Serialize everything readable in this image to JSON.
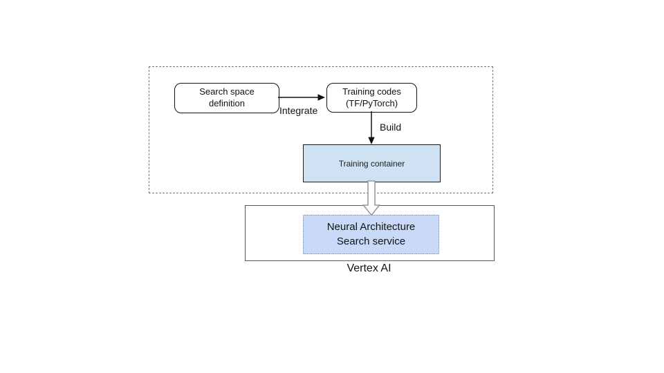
{
  "diagram": {
    "offline": {
      "search_space": {
        "line1": "Search space",
        "line2": "definition"
      },
      "training_codes": {
        "line1": "Training codes",
        "line2": "(TF/PyTorch)"
      },
      "integrate_label": "Integrate",
      "build_label": "Build",
      "training_container_label": "Training container"
    },
    "vertex": {
      "nas_service": {
        "line1": "Neural Architecture",
        "line2": "Search service"
      },
      "caption": "Vertex AI"
    },
    "colors": {
      "training_container_fill": "#cfe2f3",
      "nas_service_fill": "#c9daf8",
      "dashed_border": "#757575",
      "vertex_border": "#595959",
      "hollow_arrow_stroke": "#999999",
      "arrow_black": "#111111"
    }
  }
}
